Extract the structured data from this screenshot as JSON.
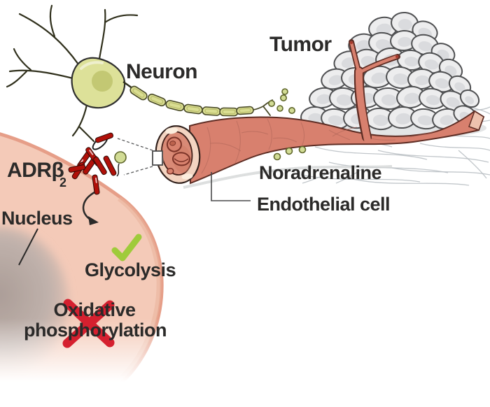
{
  "figure": {
    "description": "Scientific diagram: neuron releasing noradrenaline onto a tumor blood vessel; ADRβ2 activation in endothelial cell switches metabolism to glycolysis and away from oxidative phosphorylation",
    "labels": {
      "neuron": "Neuron",
      "tumor": "Tumor",
      "noradrenaline": "Noradrenaline",
      "endothelial_cell": "Endothelial cell",
      "receptor_name": "ADRβ",
      "receptor_subscript": "2",
      "nucleus": "Nucleus",
      "glycolysis": "Glycolysis",
      "oxidative_line1": "Oxidative",
      "oxidative_line2": "phosphorylation"
    },
    "icons": {
      "glycolysis_status": "check-icon",
      "oxphos_status": "cross-icon",
      "magnifier": "dashed-zoom-cone with square on vessel wall"
    },
    "colors": {
      "vessel": "#d8806e",
      "vessel_outline": "#5e2d24",
      "vessel_cut_face": "#eec2ae",
      "vessel_ring": "#f3d4c1",
      "tumor_cell": "#ededee",
      "tumor_cell_outline": "#4f5052",
      "neuron_body": "#dde199",
      "myelin": "#dade92",
      "noradrenaline_dot": "#d2dc95",
      "receptor_rod": "#b01009",
      "endothelial_cytoplasm": "#f4cab8",
      "cell_membrane": "#e69e88",
      "nucleus_gray": "#b0a29c",
      "check": "#9fcb3b",
      "cross": "#d5202f",
      "text": "#2b2a29"
    }
  }
}
